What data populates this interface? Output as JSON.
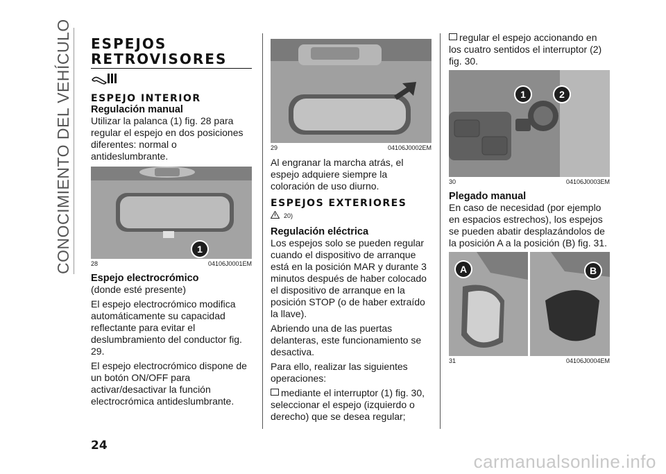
{
  "sidebar": {
    "title": "CONOCIMIENTO DEL VEHÍCULO"
  },
  "page_number": "24",
  "watermark": "carmanualsonline.info",
  "col1": {
    "h1": "ESPEJOS RETROVISORES",
    "h1_line1": "ESPEJOS",
    "h1_line2": "RETROVISORES",
    "h2": "ESPEJO INTERIOR",
    "h3_a": "Regulación manual",
    "p1": "Utilizar la palanca (1) fig. 28 para regular el espejo en dos posiciones diferentes: normal o antideslumbrante.",
    "fig": {
      "num": "28",
      "code": "04106J0001EM",
      "callout": "1"
    },
    "h3_b": "Espejo electrocrómico",
    "p2": "(donde esté presente)",
    "p3": "El espejo electrocrómico modifica automáticamente su capacidad reflectante para evitar el deslumbramiento del conductor fig. 29.",
    "p4": "El espejo electrocrómico dispone de un botón ON/OFF para activar/desactivar la función electrocrómica antideslumbrante."
  },
  "col2": {
    "fig": {
      "num": "29",
      "code": "04106J0002EM"
    },
    "p1": "Al engranar la marcha atrás, el espejo adquiere siempre la coloración de uso diurno.",
    "h2": "ESPEJOS EXTERIORES",
    "warn_ref": "20)",
    "h3": "Regulación eléctrica",
    "p2": "Los espejos solo se pueden regular cuando el dispositivo de arranque está en la posición MAR y durante 3 minutos después de haber colocado el dispositivo de arranque en la posición STOP (o de haber extraído la llave).",
    "p3": "Abriendo una de las puertas delanteras, este funcionamiento se desactiva.",
    "p4": "Para ello, realizar las siguientes operaciones:",
    "b1": "mediante el interruptor (1) fig. 30, seleccionar el espejo (izquierdo o derecho) que se desea regular;"
  },
  "col3": {
    "b2": "regular el espejo accionando en los cuatro sentidos el interruptor (2) fig. 30.",
    "fig30": {
      "num": "30",
      "code": "04106J0003EM",
      "c1": "1",
      "c2": "2"
    },
    "h3": "Plegado manual",
    "p1": "En caso de necesidad (por ejemplo en espacios estrechos), los espejos se pueden abatir desplazándolos de la posición A a la posición (B) fig. 31.",
    "fig31": {
      "num": "31",
      "code": "04106J0004EM",
      "cA": "A",
      "cB": "B"
    }
  }
}
